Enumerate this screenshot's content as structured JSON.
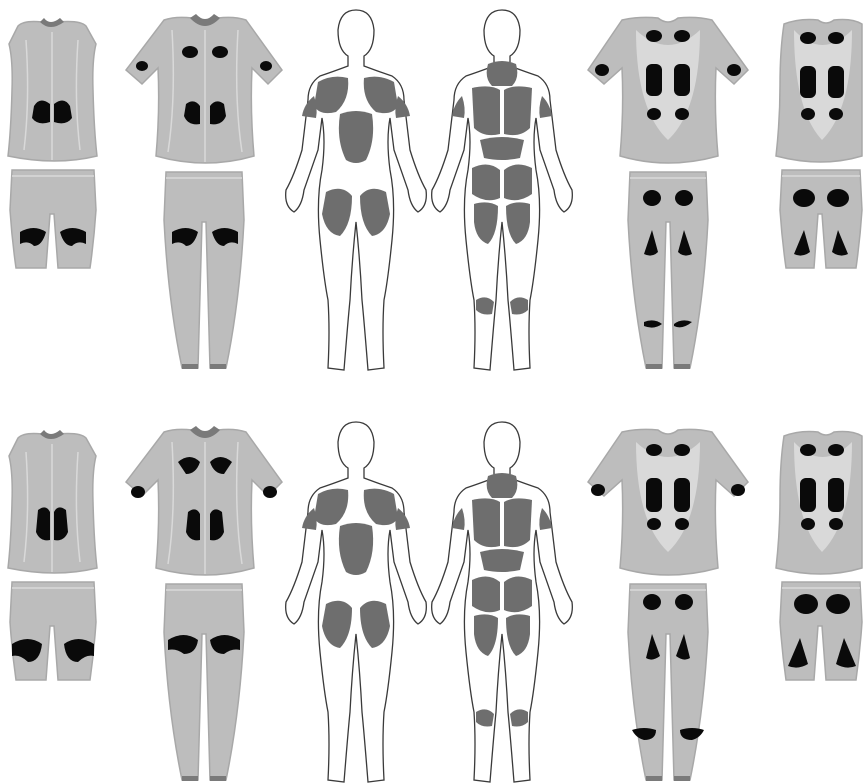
{
  "colors": {
    "background": "#ffffff",
    "garment_fill": "#bdbdbd",
    "garment_seam": "#d9d9d9",
    "garment_outline": "#a8a8a8",
    "garment_dark": "#7a7a7a",
    "electrode_pad": "#0a0a0a",
    "muscle_highlight": "#6e6e6e",
    "body_outline": "#3a3a3a",
    "body_fill": "#ffffff"
  },
  "rows": [
    {
      "name": "female",
      "items": [
        "vest-front-pads-abdomen",
        "shorts-front-pads-quadriceps",
        "shortsleeve-shirt-front-pads-chest-abs-arms",
        "leggings-front-pads-quadriceps",
        "body-front-highlighted-muscles",
        "body-back-highlighted-muscles",
        "shortsleeve-shirt-back-pads-upper-lower-back-arms",
        "leggings-back-pads-glutes-hamstrings-calves",
        "vest-back-pads-back",
        "shorts-back-pads-glutes-hamstrings"
      ]
    },
    {
      "name": "male",
      "items": [
        "vest-front-pads-abdomen",
        "shorts-front-pads-quadriceps",
        "shortsleeve-shirt-front-pads-chest-abs-arms",
        "leggings-front-pads-quadriceps",
        "body-front-highlighted-muscles",
        "body-back-highlighted-muscles",
        "shortsleeve-shirt-back-pads-upper-lower-back-arms",
        "leggings-back-pads-glutes-hamstrings-calves",
        "vest-back-pads-back",
        "shorts-back-pads-glutes-hamstrings"
      ]
    }
  ]
}
